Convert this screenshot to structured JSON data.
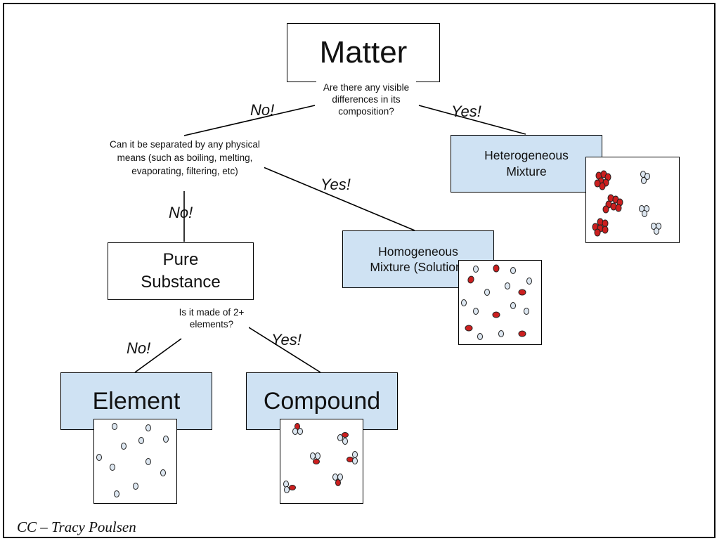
{
  "root": {
    "label": "Matter"
  },
  "q_visible": {
    "text": "Are there any visible differences in its composition?"
  },
  "q_visible_no": "No!",
  "q_visible_yes": "Yes!",
  "heterogeneous": {
    "label": "Heterogeneous Mixture"
  },
  "q_separate": {
    "text": "Can it be separated by any physical means (such as boiling, melting, evaporating, filtering, etc)"
  },
  "q_separate_no": "No!",
  "q_separate_yes": "Yes!",
  "homogeneous": {
    "label": "Homogeneous Mixture (Solution)"
  },
  "pure": {
    "label": "Pure Substance"
  },
  "q_elements": {
    "text": "Is it made of 2+ elements?"
  },
  "q_elements_no": "No!",
  "q_elements_yes": "Yes!",
  "element": {
    "label": "Element"
  },
  "compound": {
    "label": "Compound"
  },
  "credit": "CC – Tracy Poulsen",
  "colors": {
    "box_fill": "#cfe2f3",
    "particle_red": "#cc1f1f",
    "particle_white": "#dce6f0"
  }
}
